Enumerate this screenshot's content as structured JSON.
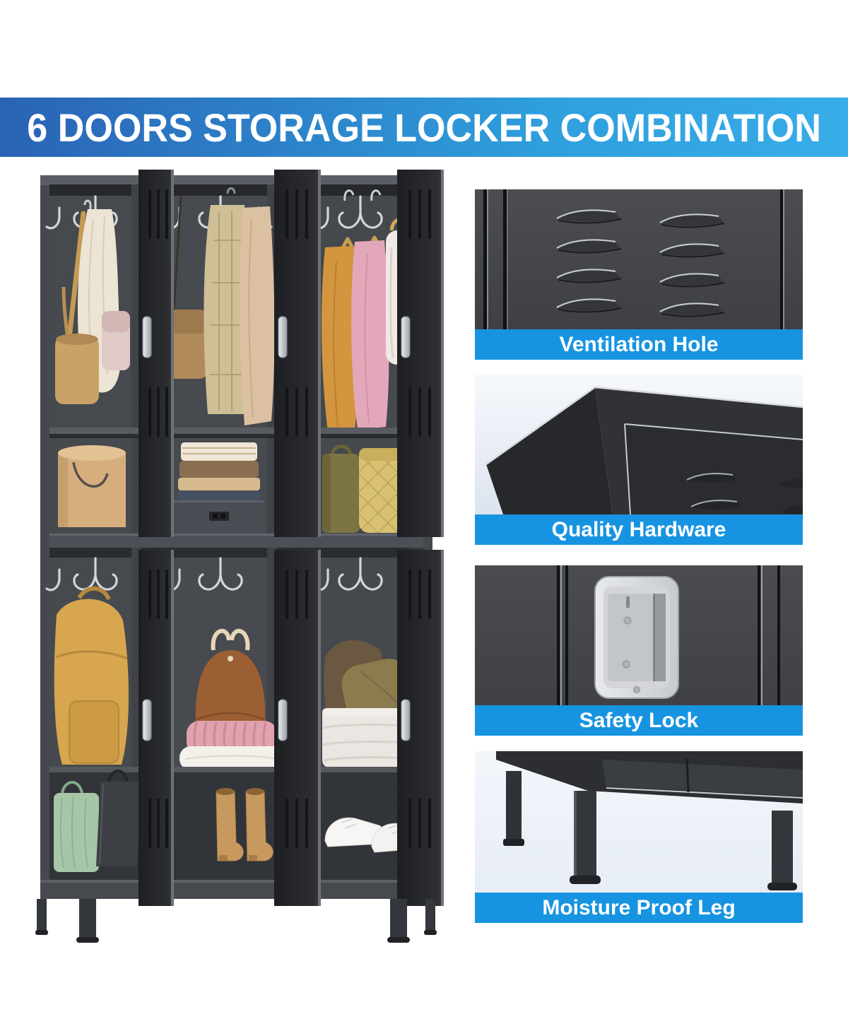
{
  "banner": {
    "title": "6 DOORS STORAGE LOCKER COMBINATION"
  },
  "features": [
    {
      "id": "ventilation-hole",
      "label": "Ventilation Hole"
    },
    {
      "id": "quality-hardware",
      "label": "Quality Hardware"
    },
    {
      "id": "safety-lock",
      "label": "Safety Lock"
    },
    {
      "id": "moisture-proof-leg",
      "label": "Moisture Proof Leg"
    }
  ],
  "colors": {
    "accent_blue": "#1794e1",
    "banner_gradient_left": "#2a63b5",
    "banner_gradient_right": "#38ade8",
    "locker_metal_dark": "#3a3d41",
    "page_background": "#ffffff"
  }
}
